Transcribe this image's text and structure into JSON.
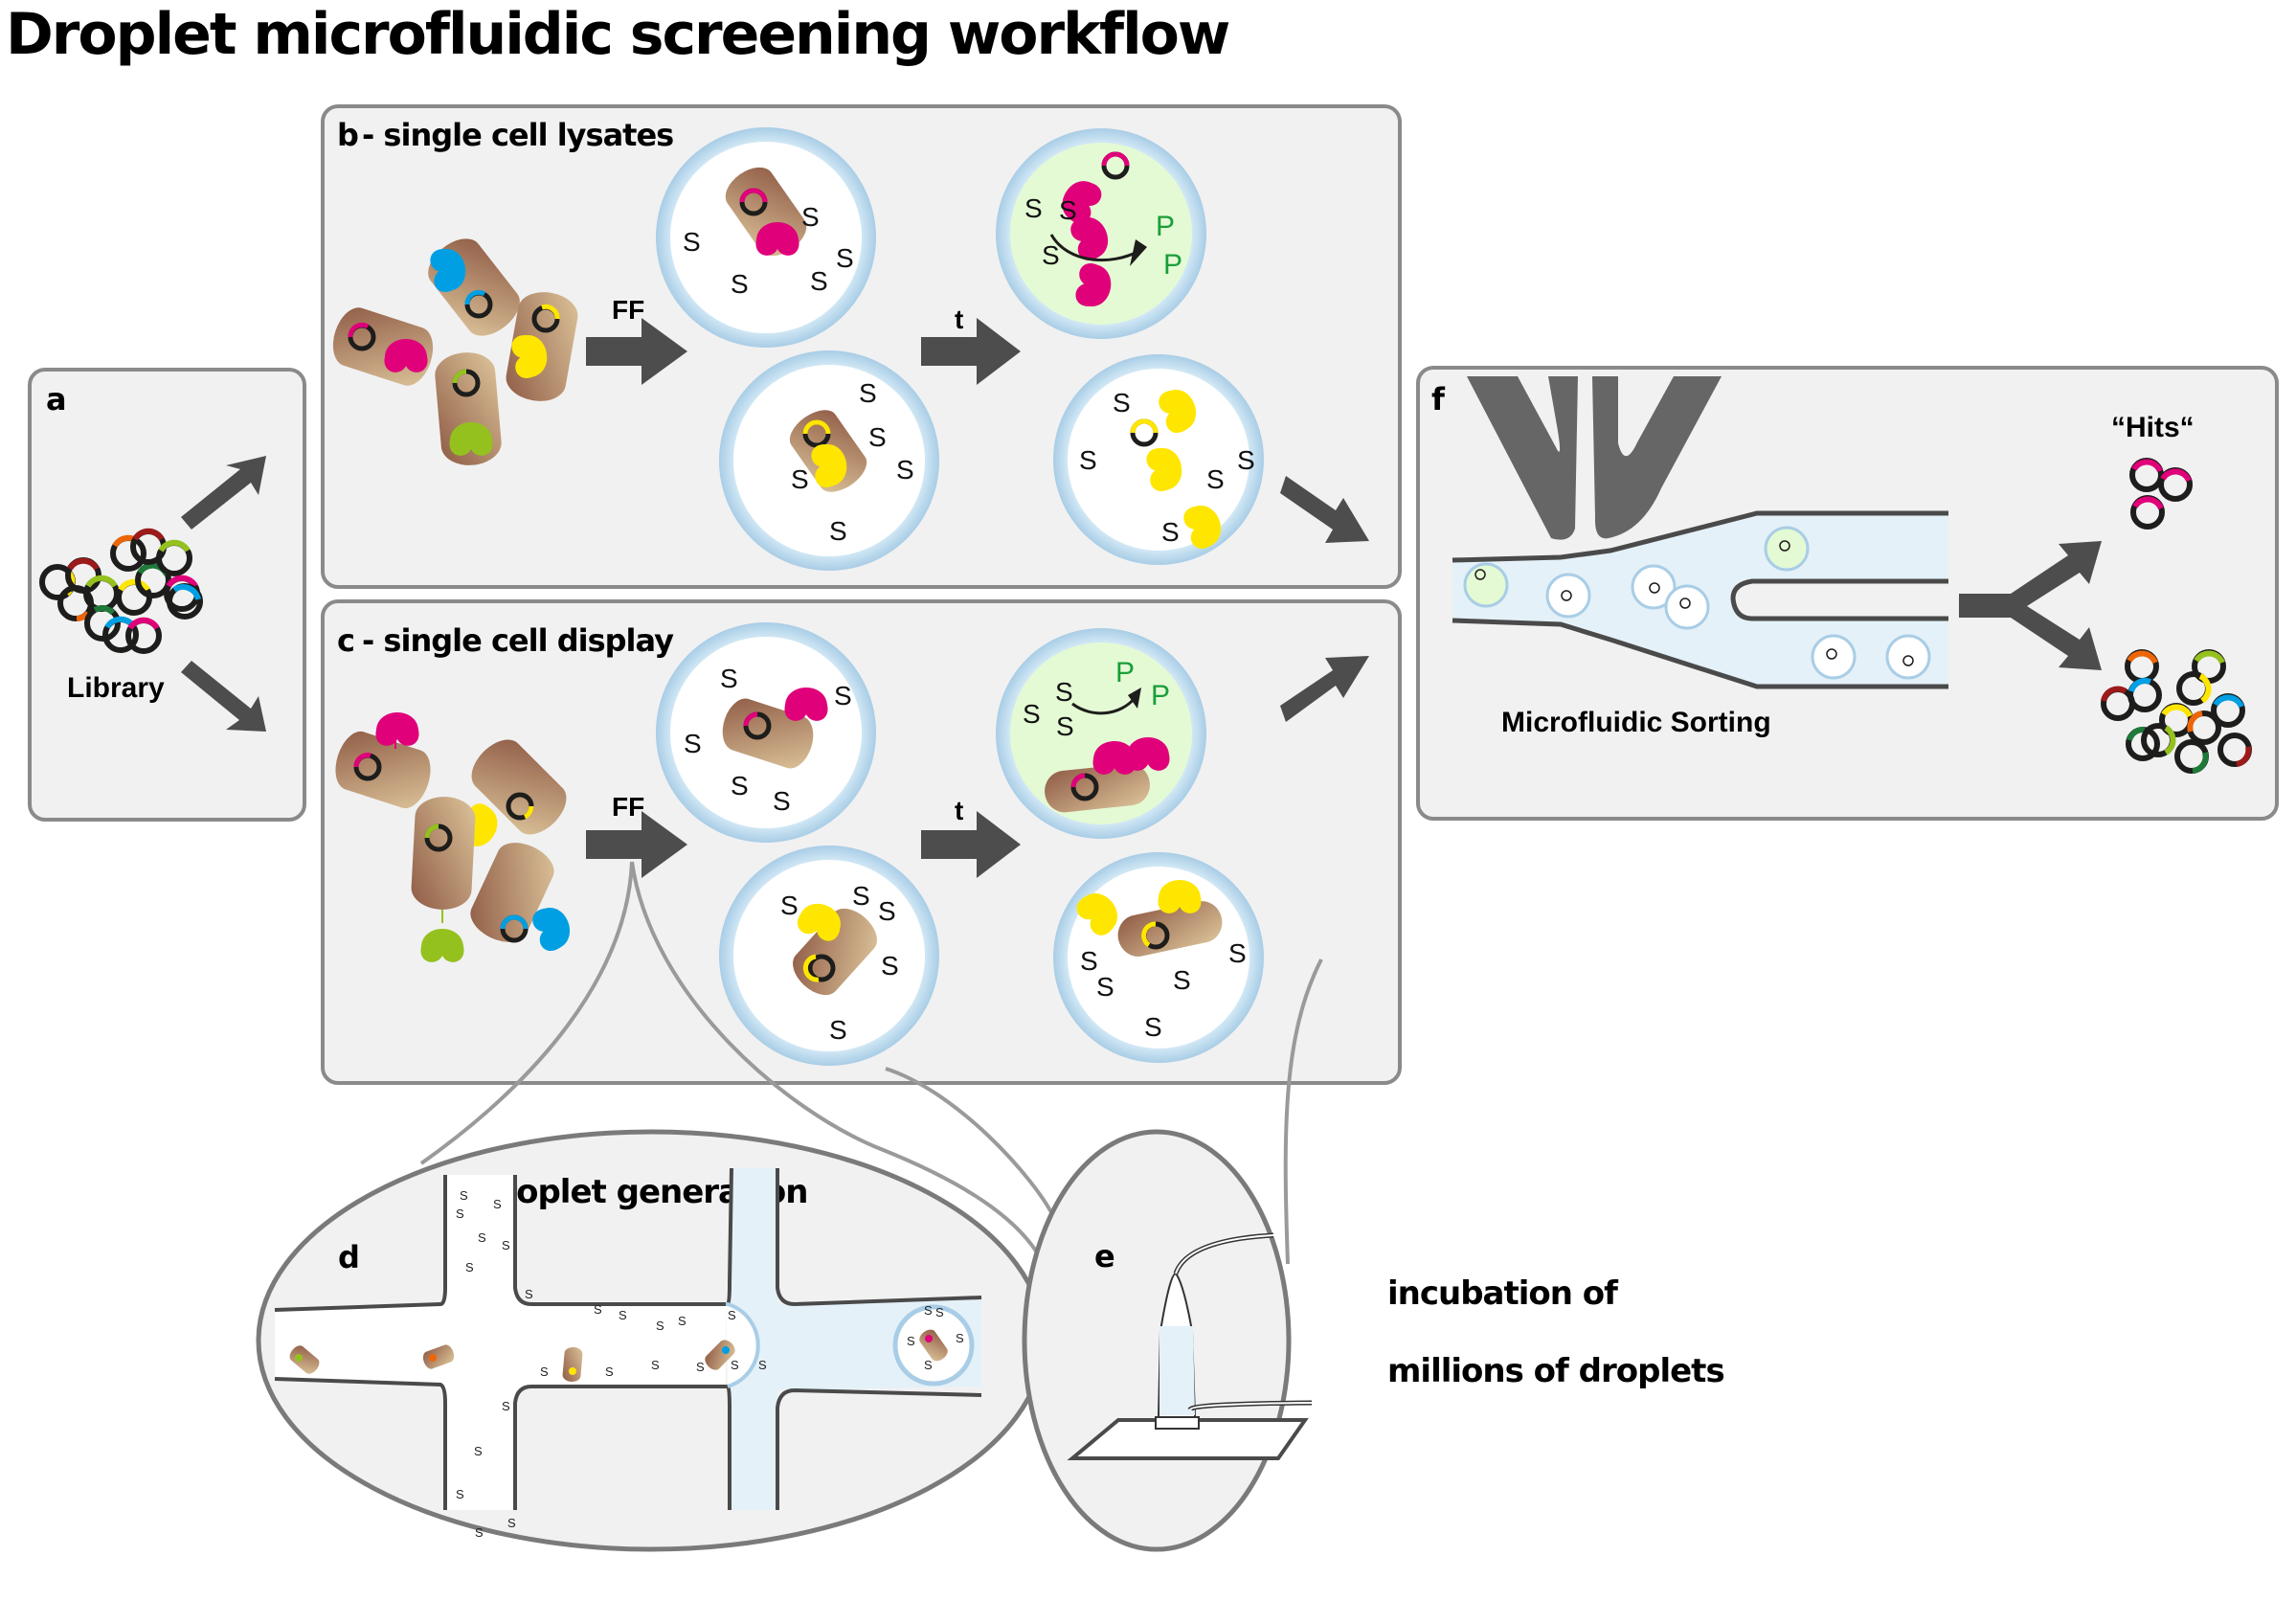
{
  "title": "Droplet microfluidic screening workflow",
  "colors": {
    "panel_bg": "#f1f1f1",
    "panel_border": "#8a8a8a",
    "arrow": "#4d4d4d",
    "droplet_ring": "#a9cde6",
    "droplet_positive": "#e4fad4",
    "channel_fluid": "#e4f1f8",
    "magenta": "#e0007a",
    "cyan": "#009fe3",
    "yellow": "#ffe600",
    "lime": "#95c11f",
    "orange": "#ec6608",
    "darkred": "#9d1a1a",
    "darkgreen": "#1f7a3a",
    "product_green": "#1a9e3a",
    "cell_dark": "#8f5b45",
    "cell_light": "#dcc49a"
  },
  "panels": {
    "a": {
      "letter": "a",
      "caption": "Library"
    },
    "b": {
      "letter": "b",
      "title": "- single cell lysates",
      "arrow1": "FF",
      "arrow2": "t"
    },
    "c": {
      "letter": "c",
      "title": "- single cell display",
      "arrow1": "FF",
      "arrow2": "t"
    },
    "d": {
      "letter": "d",
      "title": "droplet generation"
    },
    "e": {
      "letter": "e",
      "caption_line1": "incubation of",
      "caption_line2": "millions of droplets"
    },
    "f": {
      "letter": "f",
      "caption": "Microfluidic Sorting",
      "hits": "“Hits“"
    }
  },
  "symbols": {
    "substrate": "S",
    "product": "P"
  }
}
